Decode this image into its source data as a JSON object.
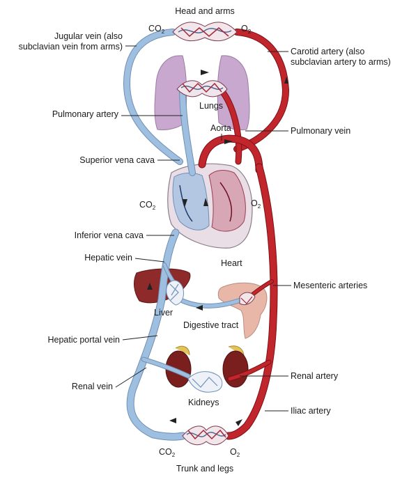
{
  "labels": {
    "head_and_arms": "Head and arms",
    "co2_top": "CO",
    "o2_top": "O",
    "jugular_line1": "Jugular vein (also",
    "jugular_line2": "subclavian vein from arms)",
    "carotid_line1": "Carotid artery (also",
    "carotid_line2": "subclavian artery to arms)",
    "lungs": "Lungs",
    "pulmonary_artery": "Pulmonary artery",
    "aorta": "Aorta",
    "pulmonary_vein": "Pulmonary vein",
    "superior_vena_cava": "Superior vena cava",
    "co2_heart": "CO",
    "o2_heart": "O",
    "inferior_vena_cava": "Inferior vena cava",
    "heart": "Heart",
    "hepatic_vein": "Hepatic vein",
    "mesenteric_arteries": "Mesenteric arteries",
    "liver": "Liver",
    "digestive_tract": "Digestive tract",
    "hepatic_portal_vein": "Hepatic portal vein",
    "renal_artery": "Renal artery",
    "renal_vein": "Renal vein",
    "kidneys": "Kidneys",
    "iliac_artery": "Iliac artery",
    "co2_bottom": "CO",
    "o2_bottom": "O",
    "trunk_and_legs": "Trunk and legs",
    "subscript_2": "2"
  },
  "colors": {
    "vein_fill": "#9fbfe0",
    "vein_edge": "#6f8fb5",
    "artery_fill": "#c0262c",
    "artery_edge": "#7d1015",
    "lung_fill": "#c9a8cf",
    "liver_fill": "#8e2a2a",
    "kidney_fill": "#7a1e1e",
    "adrenal_fill": "#e3c25a",
    "stomach_fill": "#e8b7a8"
  }
}
